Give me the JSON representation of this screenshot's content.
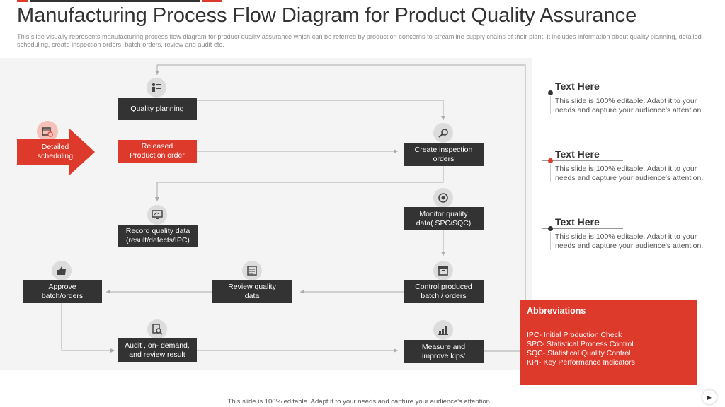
{
  "header": {
    "title": "Manufacturing Process Flow Diagram for Product Quality Assurance",
    "subtitle": "This slide visually represents manufacturing process flow diagram for product quality assurance which can be referred by production concerns to streamline supply chains of their plant. It includes information about quality planning, detailed scheduling, create inspection orders, batch orders, review and audit etc."
  },
  "colors": {
    "accent": "#dd3a2c",
    "node": "#333333",
    "canvas": "#f4f4f4"
  },
  "flow": {
    "detailed_scheduling": "Detailed\nscheduling",
    "quality_planning": "Quality planning",
    "released_production_order": "Released\nProduction order",
    "create_inspection_orders": "Create inspection\norders",
    "record_quality_data": "Record quality data\n(result/defects/IPC)",
    "monitor_quality_data": "Monitor quality\ndata( SPC/SQC)",
    "approve_batch_orders": "Approve\nbatch/orders",
    "review_quality_data": "Review  quality\ndata",
    "control_produced_batch": "Control produced\nbatch / orders",
    "audit_on_demand": "Audit , on- demand,\nand review result",
    "measure_improve": "Measure and\nimprove kips'"
  },
  "icons": {
    "detailed_scheduling": "calendar-clock-icon",
    "quality_planning": "planning-icon",
    "create_inspection_orders": "inspection-icon",
    "record_quality_data": "monitor-data-icon",
    "monitor_quality_data": "gear-globe-icon",
    "approve_batch_orders": "thumbs-up-icon",
    "review_quality_data": "review-document-icon",
    "control_produced_batch": "box-icon",
    "audit_on_demand": "audit-search-icon",
    "measure_improve": "measure-chart-icon"
  },
  "sidebar": {
    "items": [
      {
        "title": "Text Here",
        "body": "This slide is 100% editable. Adapt it to your needs and capture your audience's attention.",
        "dot_color": "#333333"
      },
      {
        "title": "Text Here",
        "body": "This slide is 100% editable. Adapt it to your needs and capture your audience's attention.",
        "dot_color": "#dd3a2c"
      },
      {
        "title": "Text Here",
        "body": "This slide is 100% editable. Adapt it to your needs and capture your audience's attention.",
        "dot_color": "#333333"
      }
    ]
  },
  "abbreviations": {
    "title": "Abbreviations",
    "lines": [
      "IPC- Initial Production Check",
      "SPC- Statistical Process Control",
      "SQC- Statistical Quality Control",
      "KPI- Key Performance  Indicators"
    ]
  },
  "footer": {
    "text": "This slide is 100% editable. Adapt it to your needs and capture your audience's attention."
  }
}
